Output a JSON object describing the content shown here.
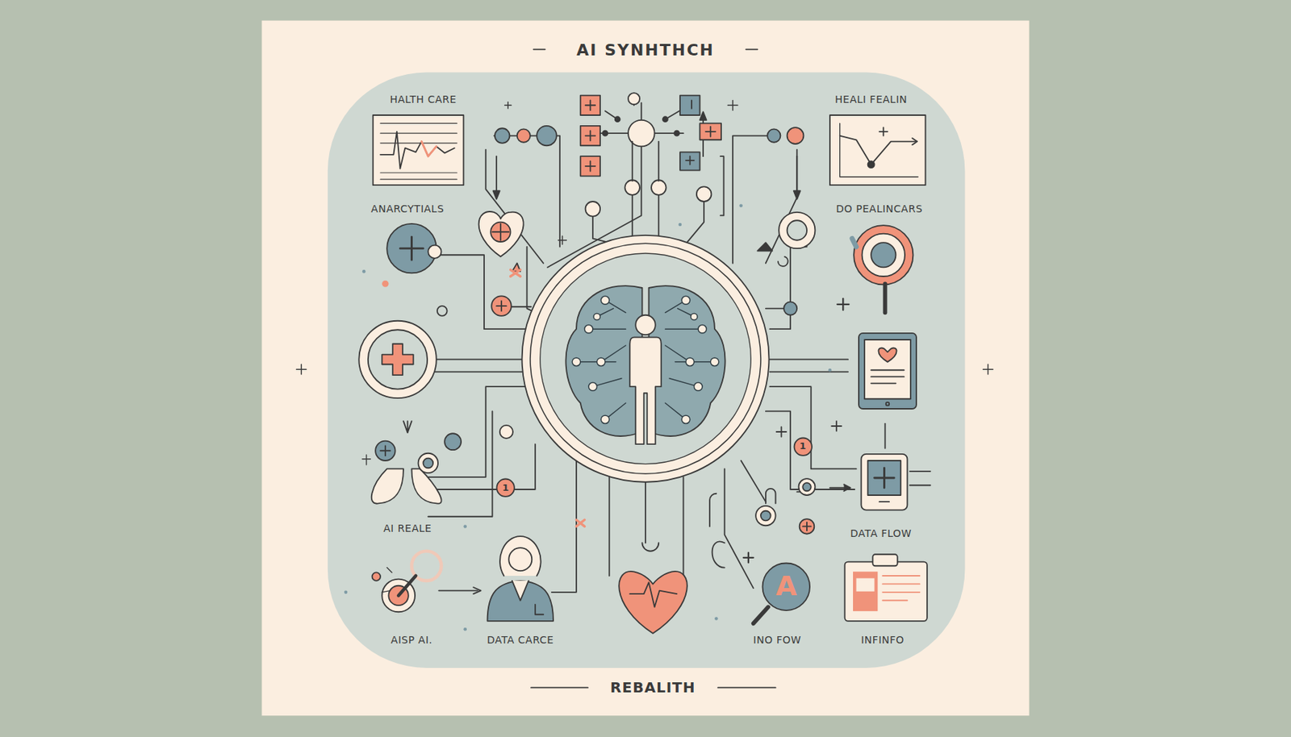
{
  "diagram": {
    "title": "AI SYNHTHCH",
    "caption": "REBALITH",
    "nodes": [
      {
        "text": [
          "1"
        ]
      },
      {
        "text": [
          "1"
        ]
      },
      {
        "text": [
          "A"
        ]
      }
    ],
    "labels": [
      "HALTH CARE",
      "HEALI FEALIN",
      "ANARCYTIALS",
      "DO PEALINCARS",
      "AI REALE",
      "DATA FLOW",
      "AISP AI.",
      "DATA CARCE",
      "INO FOW",
      "INFINFO"
    ]
  }
}
